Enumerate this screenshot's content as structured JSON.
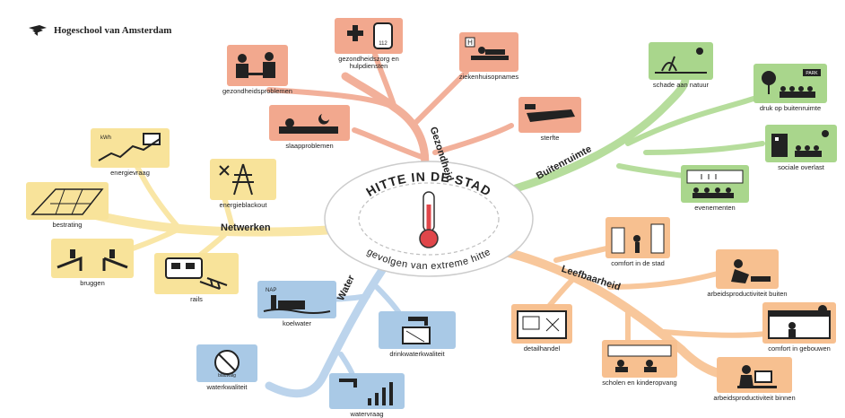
{
  "header": {
    "logo_text": "Hogeschool van Amsterdam"
  },
  "center": {
    "title": "HITTE IN DE STAD",
    "subtitle": "gevolgen van extreme hitte"
  },
  "colors": {
    "gezondheid": "#f2a88e",
    "buitenruimte": "#a9d68c",
    "leefbaarheid": "#f7c090",
    "water": "#a9c9e6",
    "netwerken": "#f8e39a"
  },
  "branches": {
    "gezondheid": {
      "label": "Gezondheid",
      "items": [
        "gezondheidsproblemen",
        "gezondheidszorg en hulpdiensten",
        "ziekenhuisopnames",
        "slaapproblemen",
        "sterfte"
      ]
    },
    "buitenruimte": {
      "label": "Buitenruimte",
      "items": [
        "schade aan natuur",
        "druk op buitenruimte",
        "sociale overlast",
        "evenementen"
      ]
    },
    "leefbaarheid": {
      "label": "Leefbaarheid",
      "items": [
        "comfort in de stad",
        "arbeidsproductiviteit buiten",
        "comfort in gebouwen",
        "detailhandel",
        "scholen en kinderopvang",
        "arbeidsproductiviteit binnen"
      ]
    },
    "water": {
      "label": "Water",
      "items": [
        "koelwater",
        "drinkwaterkwaliteit",
        "waterkwaliteit",
        "watervraag"
      ]
    },
    "netwerken": {
      "label": "Netwerken",
      "items": [
        "energievraag",
        "energieblackout",
        "bestrating",
        "bruggen",
        "rails"
      ]
    }
  },
  "icon_text": {
    "ziekenhuis_sign": "H",
    "energie_unit": "kWh",
    "blauwalg": "blauwalg",
    "park": "PARK",
    "nap": "NAP",
    "ambulance_number": "112"
  }
}
